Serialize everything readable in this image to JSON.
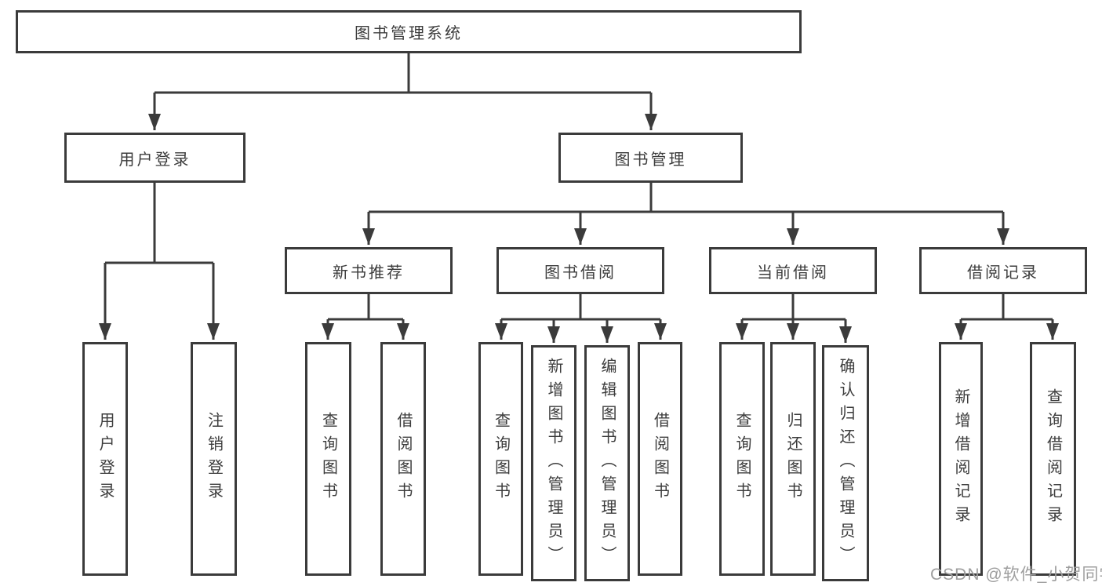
{
  "diagram": {
    "watermark": "CSDN @软件_小贺同学",
    "colors": {
      "line": "#3b3b3b",
      "text": "#3c3c3c",
      "watermark": "#9e9e9e",
      "background": "#ffffff"
    }
  },
  "tree": {
    "root": {
      "label": "图书管理系统"
    },
    "children": [
      {
        "label": "用户登录",
        "children": [
          {
            "label": "用户登录"
          },
          {
            "label": "注销登录"
          }
        ]
      },
      {
        "label": "图书管理",
        "children": [
          {
            "label": "新书推荐",
            "children": [
              {
                "label": "查询图书"
              },
              {
                "label": "借阅图书"
              }
            ]
          },
          {
            "label": "图书借阅",
            "children": [
              {
                "label": "查询图书"
              },
              {
                "label": "新增图书（管理员）"
              },
              {
                "label": "编辑图书（管理员）"
              },
              {
                "label": "借阅图书"
              }
            ]
          },
          {
            "label": "当前借阅",
            "children": [
              {
                "label": "查询图书"
              },
              {
                "label": "归还图书"
              },
              {
                "label": "确认归还（管理员）"
              }
            ]
          },
          {
            "label": "借阅记录",
            "children": [
              {
                "label": "新增借阅记录"
              },
              {
                "label": "查询借阅记录"
              }
            ]
          }
        ]
      }
    ]
  }
}
